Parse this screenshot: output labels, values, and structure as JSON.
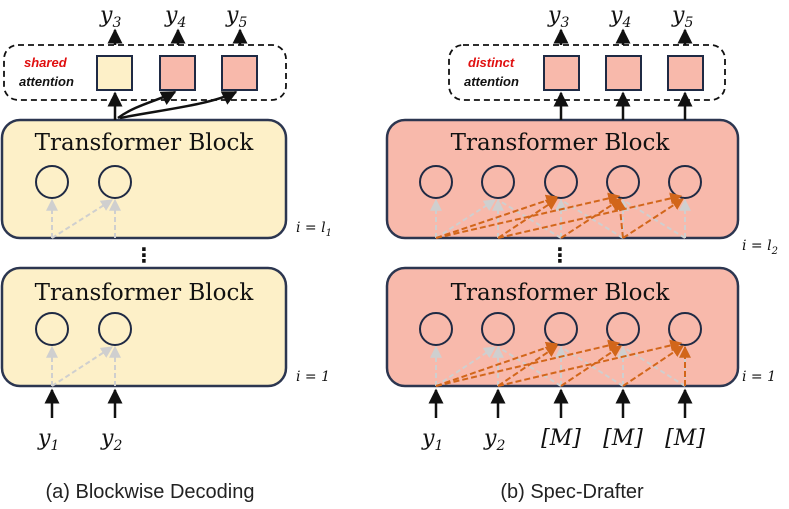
{
  "colors": {
    "yellow_fill": "#fdf0c8",
    "salmon_fill": "#f8b9ab",
    "block_stroke": "#2c3650",
    "node_stroke": "#1f2a44",
    "gray_arrow": "#cfcfcf",
    "orange_arrow": "#d2661a",
    "red_text": "#e01010"
  },
  "panel_a": {
    "attention_keyword": "shared",
    "attention_label": "attention",
    "outputs": [
      "y3",
      "y4",
      "y5"
    ],
    "top_block_title": "Transformer Block",
    "top_layer_label": "i = l1",
    "bottom_block_title": "Transformer Block",
    "bottom_layer_label": "i = 1",
    "inputs": [
      "y1",
      "y2"
    ],
    "caption": "(a) Blockwise Decoding"
  },
  "panel_b": {
    "attention_keyword": "distinct",
    "attention_label": "attention",
    "outputs": [
      "y3",
      "y4",
      "y5"
    ],
    "top_block_title": "Transformer Block",
    "top_layer_label": "i = l2",
    "bottom_block_title": "Transformer Block",
    "bottom_layer_label": "i = 1",
    "inputs": [
      "y1",
      "y2",
      "[M]",
      "[M]",
      "[M]"
    ],
    "caption": "(b) Spec-Drafter"
  },
  "ellipsis": "⋮"
}
